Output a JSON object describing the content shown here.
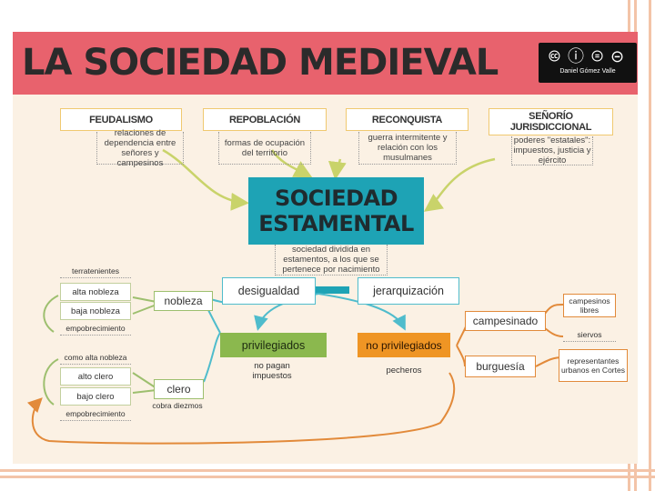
{
  "title": "LA SOCIEDAD MEDIEVAL",
  "license": {
    "symbols": "🅭 ⓘ ⊜ ⊝",
    "author": "Daniel Gómez Valle"
  },
  "colors": {
    "banner": "#e8626d",
    "teal": "#1ea3b5",
    "green": "#8bb84e",
    "orange": "#ef9524",
    "background": "#fbf1e4"
  },
  "top_concepts": [
    {
      "label": "FEUDALISMO",
      "note": "relaciones de dependencia entre señores y campesinos"
    },
    {
      "label": "REPOBLACIÓN",
      "note": "formas de ocupación del territorio"
    },
    {
      "label": "RECONQUISTA",
      "note": "guerra intermitente y relación con los musulmanes"
    },
    {
      "label": "SEÑORÍO JURISDICCIONAL",
      "note": "poderes \"estatales\": impuestos, justicia y ejército"
    }
  ],
  "center": {
    "title": "SOCIEDAD ESTAMENTAL",
    "note": "sociedad dividida en estamentos, a los que se pertenece por nacimiento"
  },
  "characteristics": [
    "desigualdad",
    "jerarquización"
  ],
  "privileged": {
    "label": "privilegiados",
    "note": "no pagan impuestos",
    "groups": [
      {
        "label": "nobleza",
        "subgroups": [
          "terratenientes",
          "alta nobleza",
          "baja nobleza",
          "empobrecimiento"
        ]
      },
      {
        "label": "clero",
        "note": "cobra diezmos",
        "subgroups": [
          "como alta nobleza",
          "alto clero",
          "bajo clero",
          "empobrecimiento"
        ]
      }
    ]
  },
  "non_privileged": {
    "label": "no privilegiados",
    "note": "pecheros",
    "groups": [
      {
        "label": "campesinado",
        "subgroups": [
          "campesinos libres",
          "siervos"
        ]
      },
      {
        "label": "burguesía",
        "subgroups": [
          "representantes urbanos en Cortes"
        ]
      }
    ]
  }
}
